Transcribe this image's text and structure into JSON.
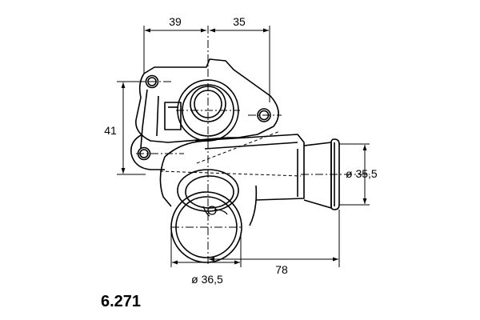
{
  "part_number": "6.271",
  "dimensions": {
    "top_left": "39",
    "top_right": "35",
    "left_height": "41",
    "outlet_diameter": "ø 35,5",
    "bottom_diameter": "ø 36,5",
    "bottom_length": "78"
  }
}
